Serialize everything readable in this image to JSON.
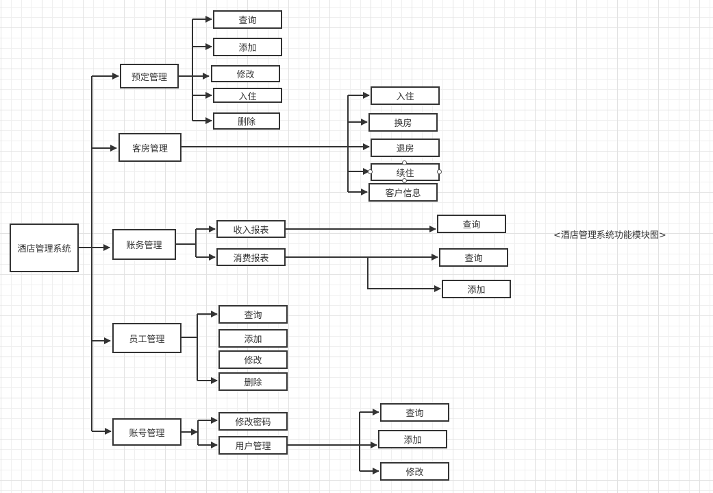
{
  "diagram": {
    "caption": "<酒店管理系统功能模块图>",
    "line_color": "#333333",
    "root": {
      "id": "root",
      "label": "酒店管理系统"
    },
    "modules": [
      {
        "id": "booking",
        "label": "预定管理",
        "children": [
          {
            "id": "booking-query",
            "label": "查询"
          },
          {
            "id": "booking-add",
            "label": "添加"
          },
          {
            "id": "booking-edit",
            "label": "修改"
          },
          {
            "id": "booking-checkin",
            "label": "入住"
          },
          {
            "id": "booking-delete",
            "label": "删除"
          }
        ]
      },
      {
        "id": "room",
        "label": "客房管理",
        "children": [
          {
            "id": "room-checkin",
            "label": "入住"
          },
          {
            "id": "room-change",
            "label": "换房"
          },
          {
            "id": "room-checkout",
            "label": "退房"
          },
          {
            "id": "room-extend",
            "label": "续住",
            "selected": true
          },
          {
            "id": "room-customer",
            "label": "客户信息"
          }
        ]
      },
      {
        "id": "account",
        "label": "账务管理",
        "children": [
          {
            "id": "income-report",
            "label": "收入报表",
            "children": [
              {
                "id": "income-query",
                "label": "查询"
              }
            ]
          },
          {
            "id": "expense-report",
            "label": "消费报表",
            "children": [
              {
                "id": "expense-query",
                "label": "查询"
              },
              {
                "id": "expense-add",
                "label": "添加"
              }
            ]
          }
        ]
      },
      {
        "id": "staff",
        "label": "员工管理",
        "children": [
          {
            "id": "staff-query",
            "label": "查询"
          },
          {
            "id": "staff-add",
            "label": "添加"
          },
          {
            "id": "staff-edit",
            "label": "修改"
          },
          {
            "id": "staff-delete",
            "label": "删除"
          }
        ]
      },
      {
        "id": "user",
        "label": "账号管理",
        "children": [
          {
            "id": "change-password",
            "label": "修改密码"
          },
          {
            "id": "user-manage",
            "label": "用户管理",
            "children": [
              {
                "id": "user-query",
                "label": "查询"
              },
              {
                "id": "user-add",
                "label": "添加"
              },
              {
                "id": "user-edit",
                "label": "修改"
              }
            ]
          }
        ]
      }
    ]
  }
}
